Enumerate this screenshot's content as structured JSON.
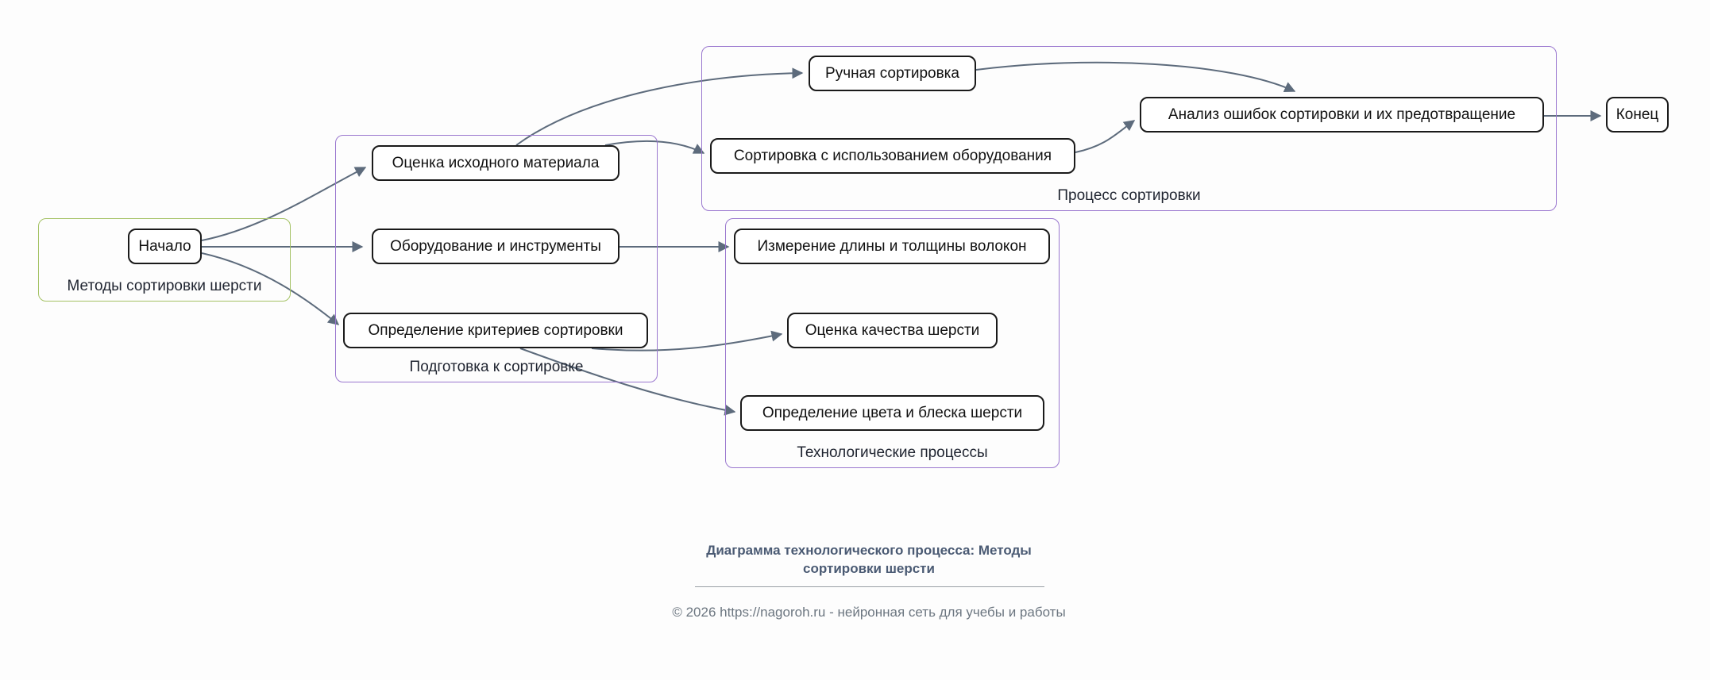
{
  "canvas": {
    "background": "#fdfdfd"
  },
  "colors": {
    "node_border": "#1a1a1a",
    "node_fill": "#ffffff",
    "edge": "#5d6b7c",
    "group_border_purple": "#9a77cf",
    "group_border_green": "#a4c264",
    "title_text": "#4a5a73",
    "copyright_text": "#6c7680"
  },
  "diagram": {
    "groups": [
      {
        "id": "methods",
        "label": "Методы сортировки шерсти"
      },
      {
        "id": "preparation",
        "label": "Подготовка к сортировке"
      },
      {
        "id": "process",
        "label": "Процесс сортировки"
      },
      {
        "id": "tech",
        "label": "Технологические процессы"
      }
    ],
    "nodes": [
      {
        "id": "start",
        "label": "Начало"
      },
      {
        "id": "eval",
        "label": "Оценка исходного материала"
      },
      {
        "id": "equip",
        "label": "Оборудование и инструменты"
      },
      {
        "id": "criteria",
        "label": "Определение критериев сортировки"
      },
      {
        "id": "manual",
        "label": "Ручная сортировка"
      },
      {
        "id": "machine",
        "label": "Сортировка с использованием оборудования"
      },
      {
        "id": "errors",
        "label": "Анализ ошибок сортировки и их предотвращение"
      },
      {
        "id": "measure",
        "label": "Измерение длины и толщины волокон"
      },
      {
        "id": "quality",
        "label": "Оценка качества шерсти"
      },
      {
        "id": "color",
        "label": "Определение цвета и блеска шерсти"
      },
      {
        "id": "end",
        "label": "Конец"
      }
    ],
    "edges": [
      {
        "from": "Начало",
        "to": "Оценка исходного материала"
      },
      {
        "from": "Начало",
        "to": "Оборудование и инструменты"
      },
      {
        "from": "Начало",
        "to": "Определение критериев сортировки"
      },
      {
        "from": "Оценка исходного материала",
        "to": "Ручная сортировка"
      },
      {
        "from": "Оценка исходного материала",
        "to": "Сортировка с использованием оборудования"
      },
      {
        "from": "Ручная сортировка",
        "to": "Анализ ошибок сортировки и их предотвращение"
      },
      {
        "from": "Сортировка с использованием оборудования",
        "to": "Анализ ошибок сортировки и их предотвращение"
      },
      {
        "from": "Анализ ошибок сортировки и их предотвращение",
        "to": "Конец"
      },
      {
        "from": "Оборудование и инструменты",
        "to": "Измерение длины и толщины волокон"
      },
      {
        "from": "Определение критериев сортировки",
        "to": "Оценка качества шерсти"
      },
      {
        "from": "Определение критериев сортировки",
        "to": "Определение цвета и блеска шерсти"
      }
    ]
  },
  "footer": {
    "title_line1": "Диаграмма технологического процесса: Методы",
    "title_line2": "сортировки шерсти",
    "copyright": "© 2026 https://nagoroh.ru - нейронная сеть для учебы и работы"
  }
}
